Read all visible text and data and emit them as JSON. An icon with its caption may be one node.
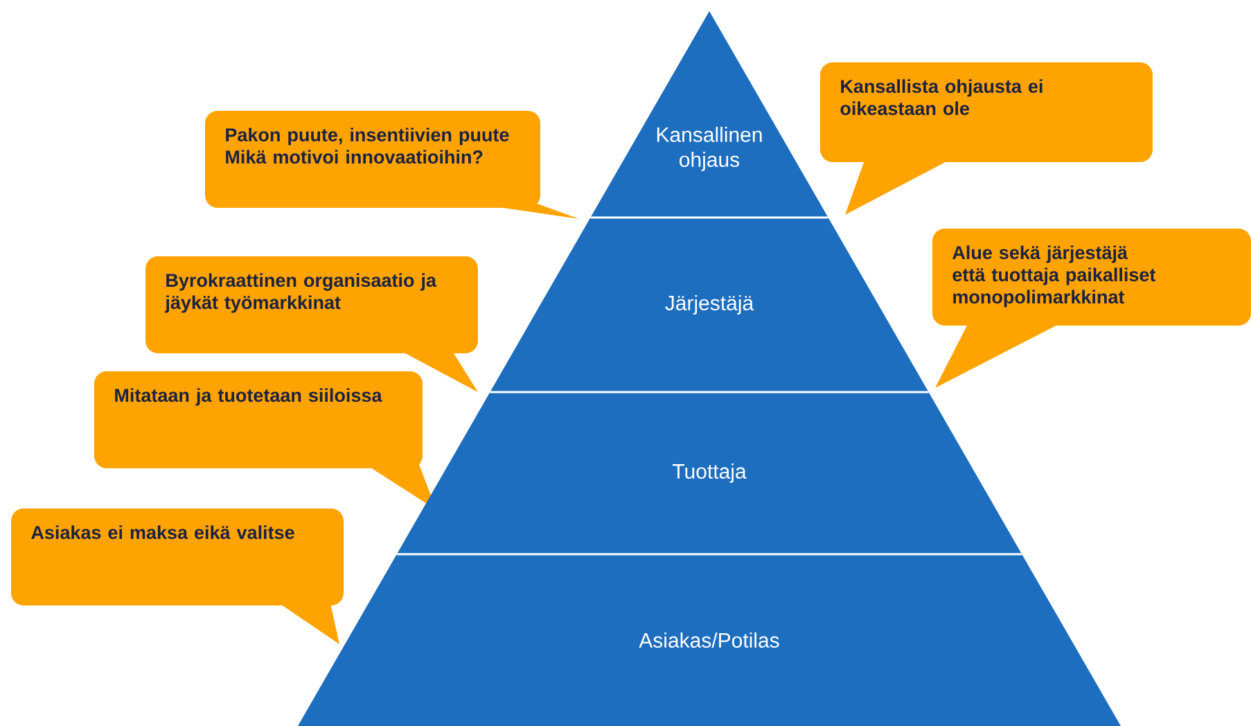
{
  "diagram": {
    "nodes": [
      {
        "text": [
          "Kansallista ohjausta ei oikeastaan ole"
        ]
      },
      {
        "text": [
          "Pakon puute, insentiivien puute Mikä motivoi innovaatioihin?"
        ]
      },
      {
        "text": [
          "Kansallinen ohjaus"
        ]
      },
      {
        "text": [
          "Alue sekä järjestäjä että tuottaja paikalliset monopolimarkkinat"
        ]
      },
      {
        "text": [
          "Byrokraattinen organisaatio ja jäykät työmarkkinat"
        ]
      },
      {
        "text": [
          "Järjestäjä"
        ]
      },
      {
        "text": [
          "Mitataan ja tuotetaan siiloissa"
        ]
      },
      {
        "text": [
          "Tuottaja"
        ]
      },
      {
        "text": [
          "Asiakas ei maksa eikä valitse"
        ]
      },
      {
        "text": [
          "Asiakas/Potilas"
        ]
      }
    ]
  }
}
